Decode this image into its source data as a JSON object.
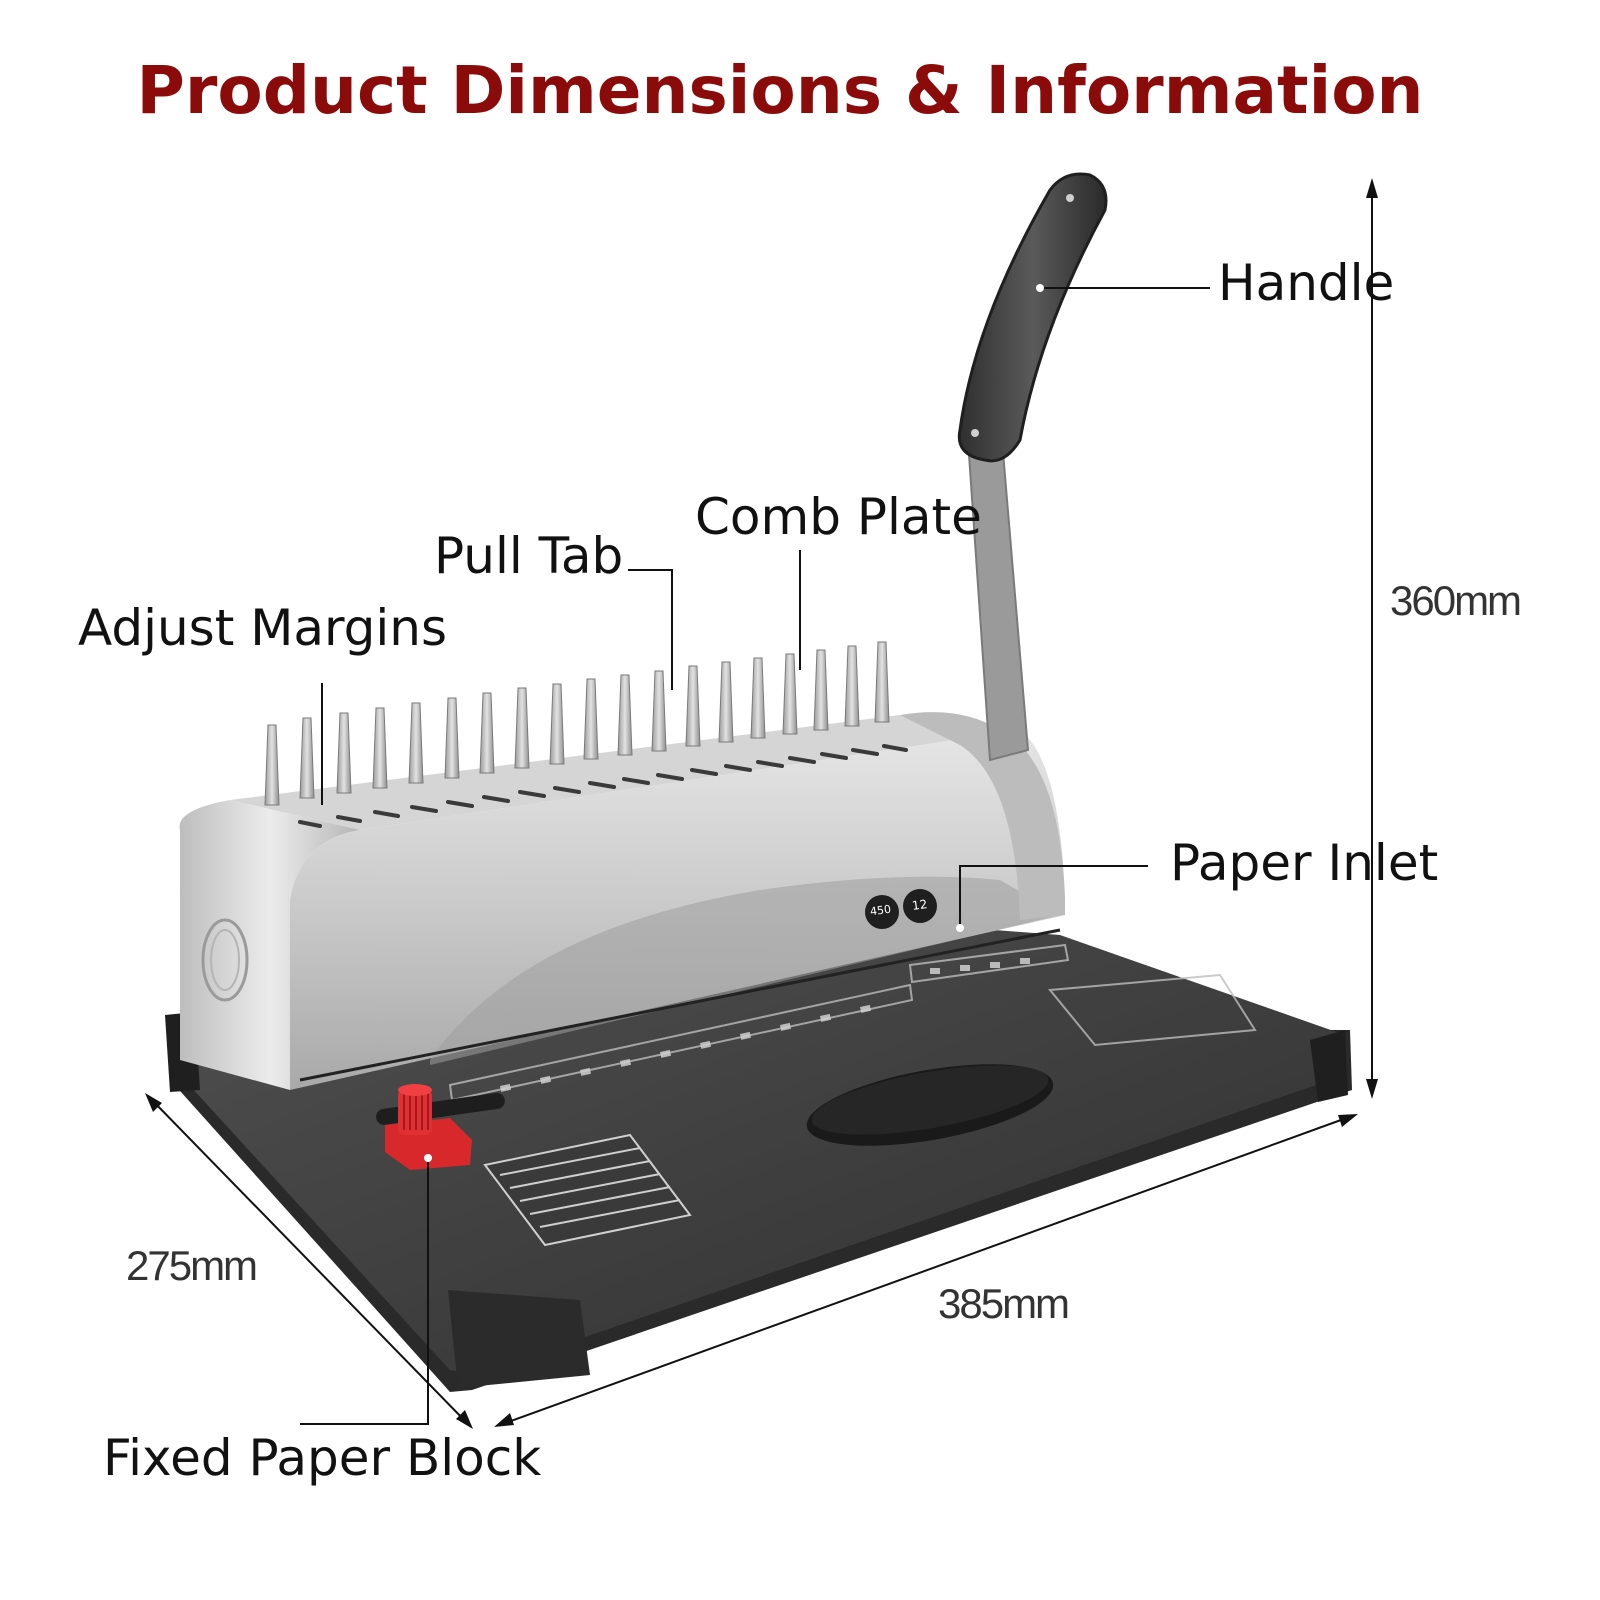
{
  "title": "Product Dimensions & Information",
  "colors": {
    "title": "#8b0a0a",
    "base": "#3c3c3c",
    "body_silver": "#c8c8c8",
    "handle": "#4a4a4a",
    "red_knob": "#d8282c"
  },
  "labels": {
    "handle": "Handle",
    "comb_plate": "Comb Plate",
    "pull_tab": "Pull Tab",
    "adjust_margins": "Adjust Margins",
    "paper_inlet": "Paper Inlet",
    "fixed_paper_block": "Fixed Paper Block"
  },
  "dimensions": {
    "height": "360mm",
    "depth": "275mm",
    "width": "385mm"
  },
  "badges": {
    "sheets": "450",
    "punch": "12"
  }
}
